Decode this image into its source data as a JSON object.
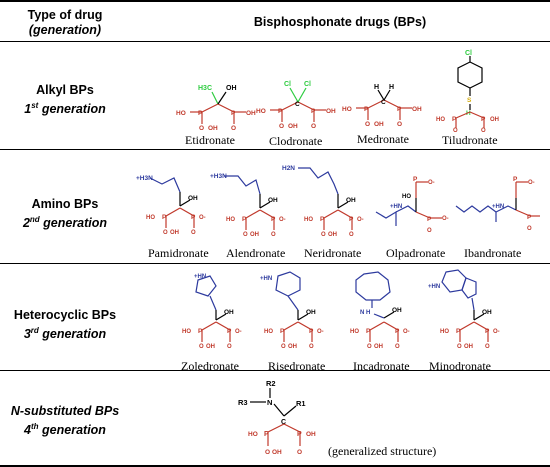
{
  "header": {
    "type_line1": "Type of drug",
    "type_line2": "(generation)",
    "bp_title": "Bisphosphonate drugs (BPs)"
  },
  "rows": [
    {
      "class_name": "Alkyl BPs",
      "gen_ord": "1",
      "gen_sup": "st",
      "gen_word": " generation",
      "drugs": [
        "Etidronate",
        "Clodronate",
        "Medronate",
        "Tiludronate"
      ]
    },
    {
      "class_name": "Amino BPs",
      "gen_ord": "2",
      "gen_sup": "nd",
      "gen_word": " generation",
      "drugs": [
        "Pamidronate",
        "Alendronate",
        "Neridronate",
        "Olpadronate",
        "Ibandronate"
      ]
    },
    {
      "class_name": "Heterocyclic BPs",
      "gen_ord": "3",
      "gen_sup": "rd",
      "gen_word": " generation",
      "drugs": [
        "Zoledronate",
        "Risedronate",
        "Incadronate",
        "Minodronate"
      ]
    },
    {
      "class_name": "N-substituted BPs",
      "gen_line": "4",
      "gen_sup": "th",
      "gen_word": " generation",
      "note": "(generalized structure)"
    }
  ],
  "atoms": {
    "HO": "HO",
    "OH": "OH",
    "O": "O",
    "P": "P",
    "C": "C",
    "Cl": "Cl",
    "H": "H",
    "H3C": "H3C",
    "H2N": "H2N",
    "NH3+": "+H3N",
    "S": "S",
    "N": "N",
    "NH+": "+HN",
    "Om": "O-",
    "R1": "R1",
    "R2": "R2",
    "R3": "R3"
  },
  "colors": {
    "phosphonate": "#c0392b",
    "side_chain": "#2d3a9e",
    "methyl": "#2ecc40",
    "chlorine": "#2ecc40",
    "border": "#000000"
  }
}
